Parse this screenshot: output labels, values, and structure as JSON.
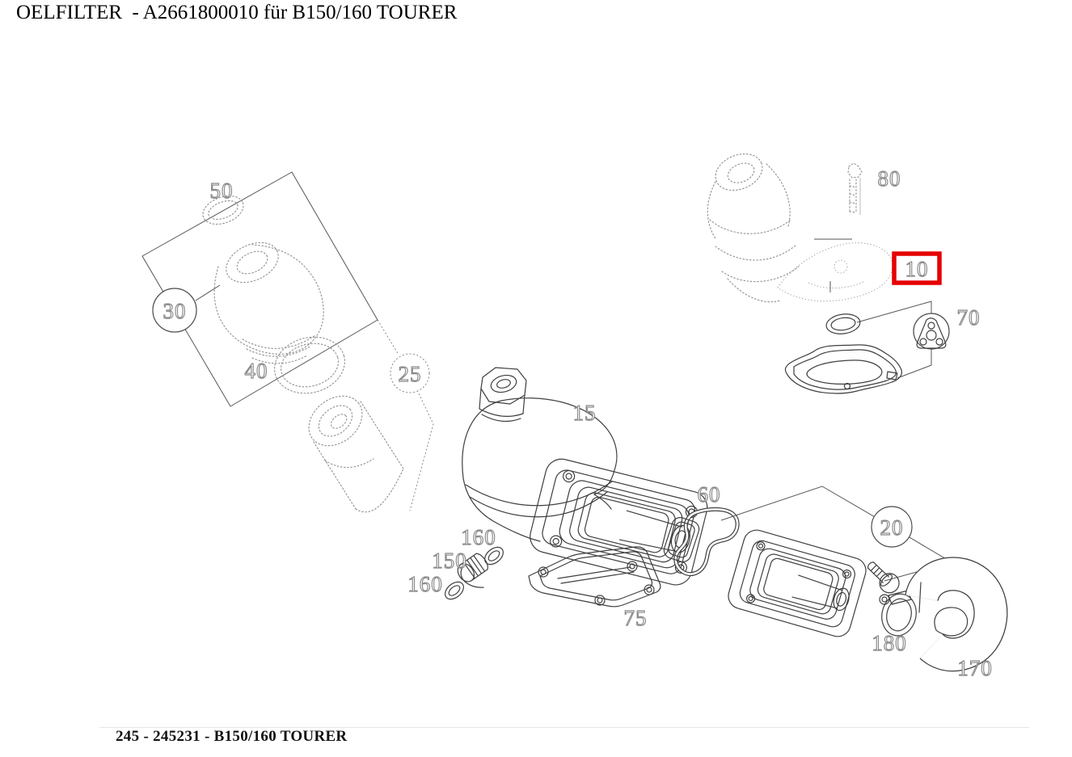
{
  "title": "OELFILTER  - A2661800010 für B150/160 TOURER",
  "footer": {
    "caption": "245 - 245231 - B150/160 TOURER"
  },
  "diagram": {
    "highlight_color": "#e60000",
    "line_color": "#3f3f3f",
    "ghost_line_color": "#8f8f8f",
    "highlighted_part": "10",
    "callouts": {
      "c50": "50",
      "c30": "30",
      "c40": "40",
      "c25": "25",
      "c15": "15",
      "c160a": "160",
      "c150": "150",
      "c160b": "160",
      "c75": "75",
      "c60": "60",
      "c20": "20",
      "c80": "80",
      "c10": "10",
      "c70": "70",
      "c180": "180",
      "c170": "170"
    }
  }
}
